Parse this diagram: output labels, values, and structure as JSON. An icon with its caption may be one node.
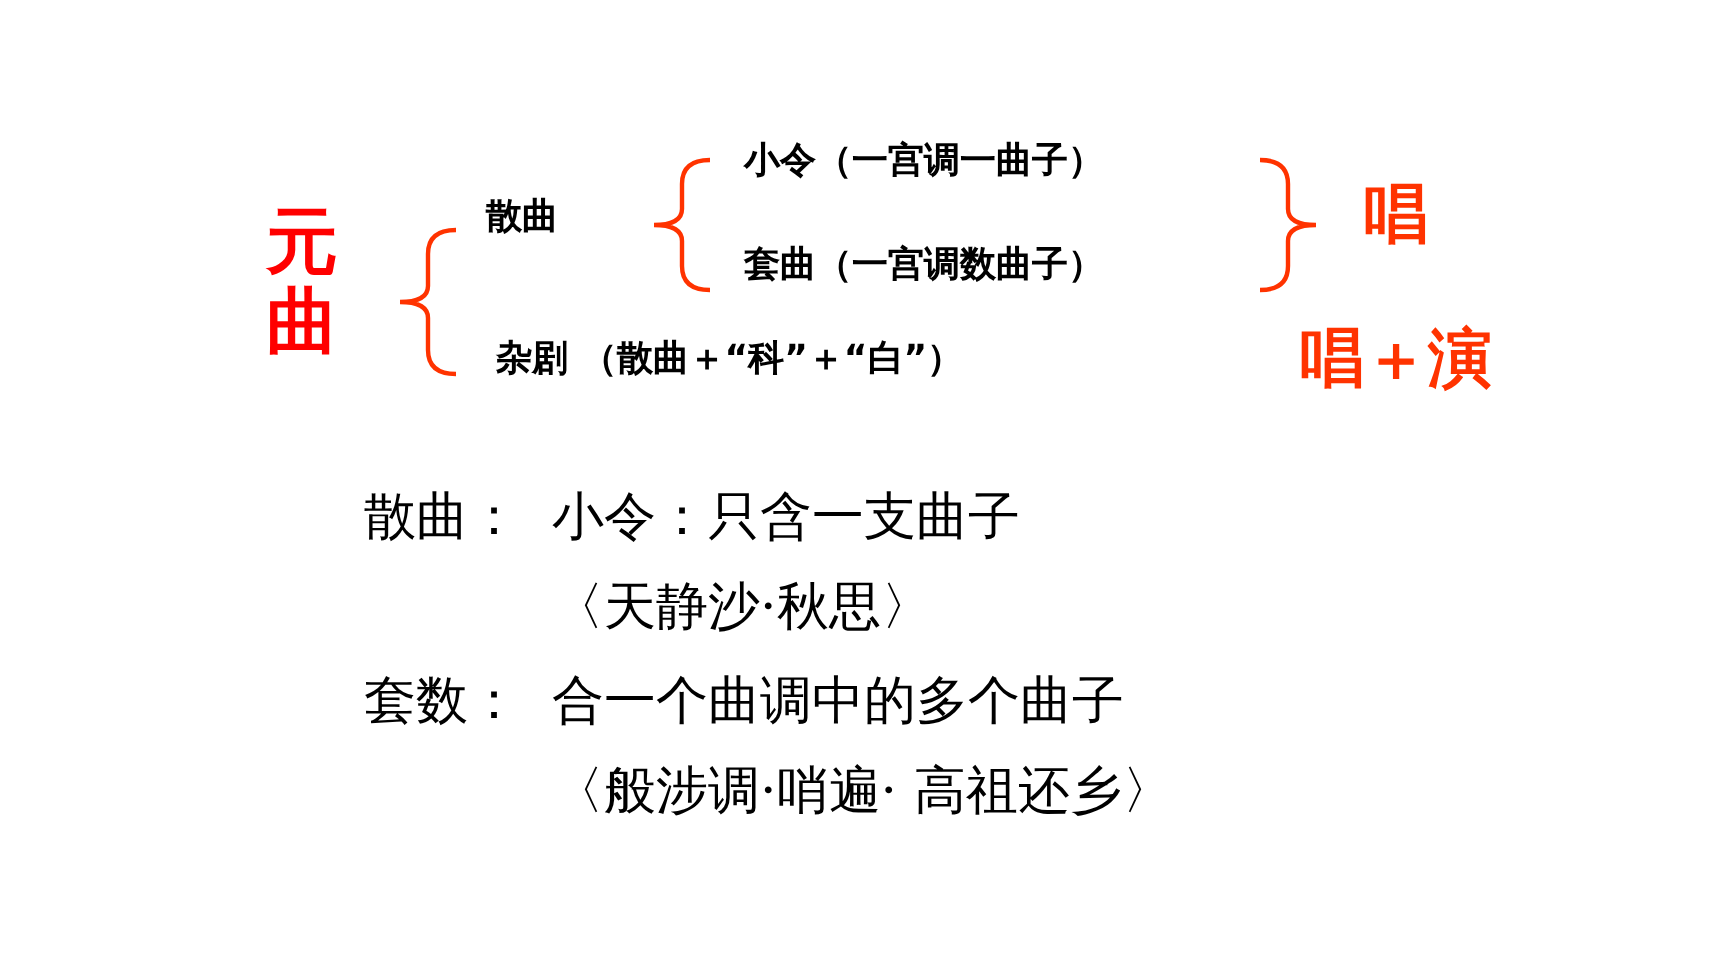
{
  "diagram": {
    "labels": [
      "小令（一宫调一曲子）",
      "元曲",
      "散曲",
      "唱",
      "套曲（一宫调数曲子）",
      "杂剧 （散曲＋“科”＋“白”）",
      "唱＋演",
      "散曲：",
      "小令：只含一支曲子",
      "〈天静沙·秋思〉",
      "套数：",
      "合一个曲调中的多个曲子",
      "〈般涉调·哨遍· 高祖还乡〉"
    ]
  }
}
